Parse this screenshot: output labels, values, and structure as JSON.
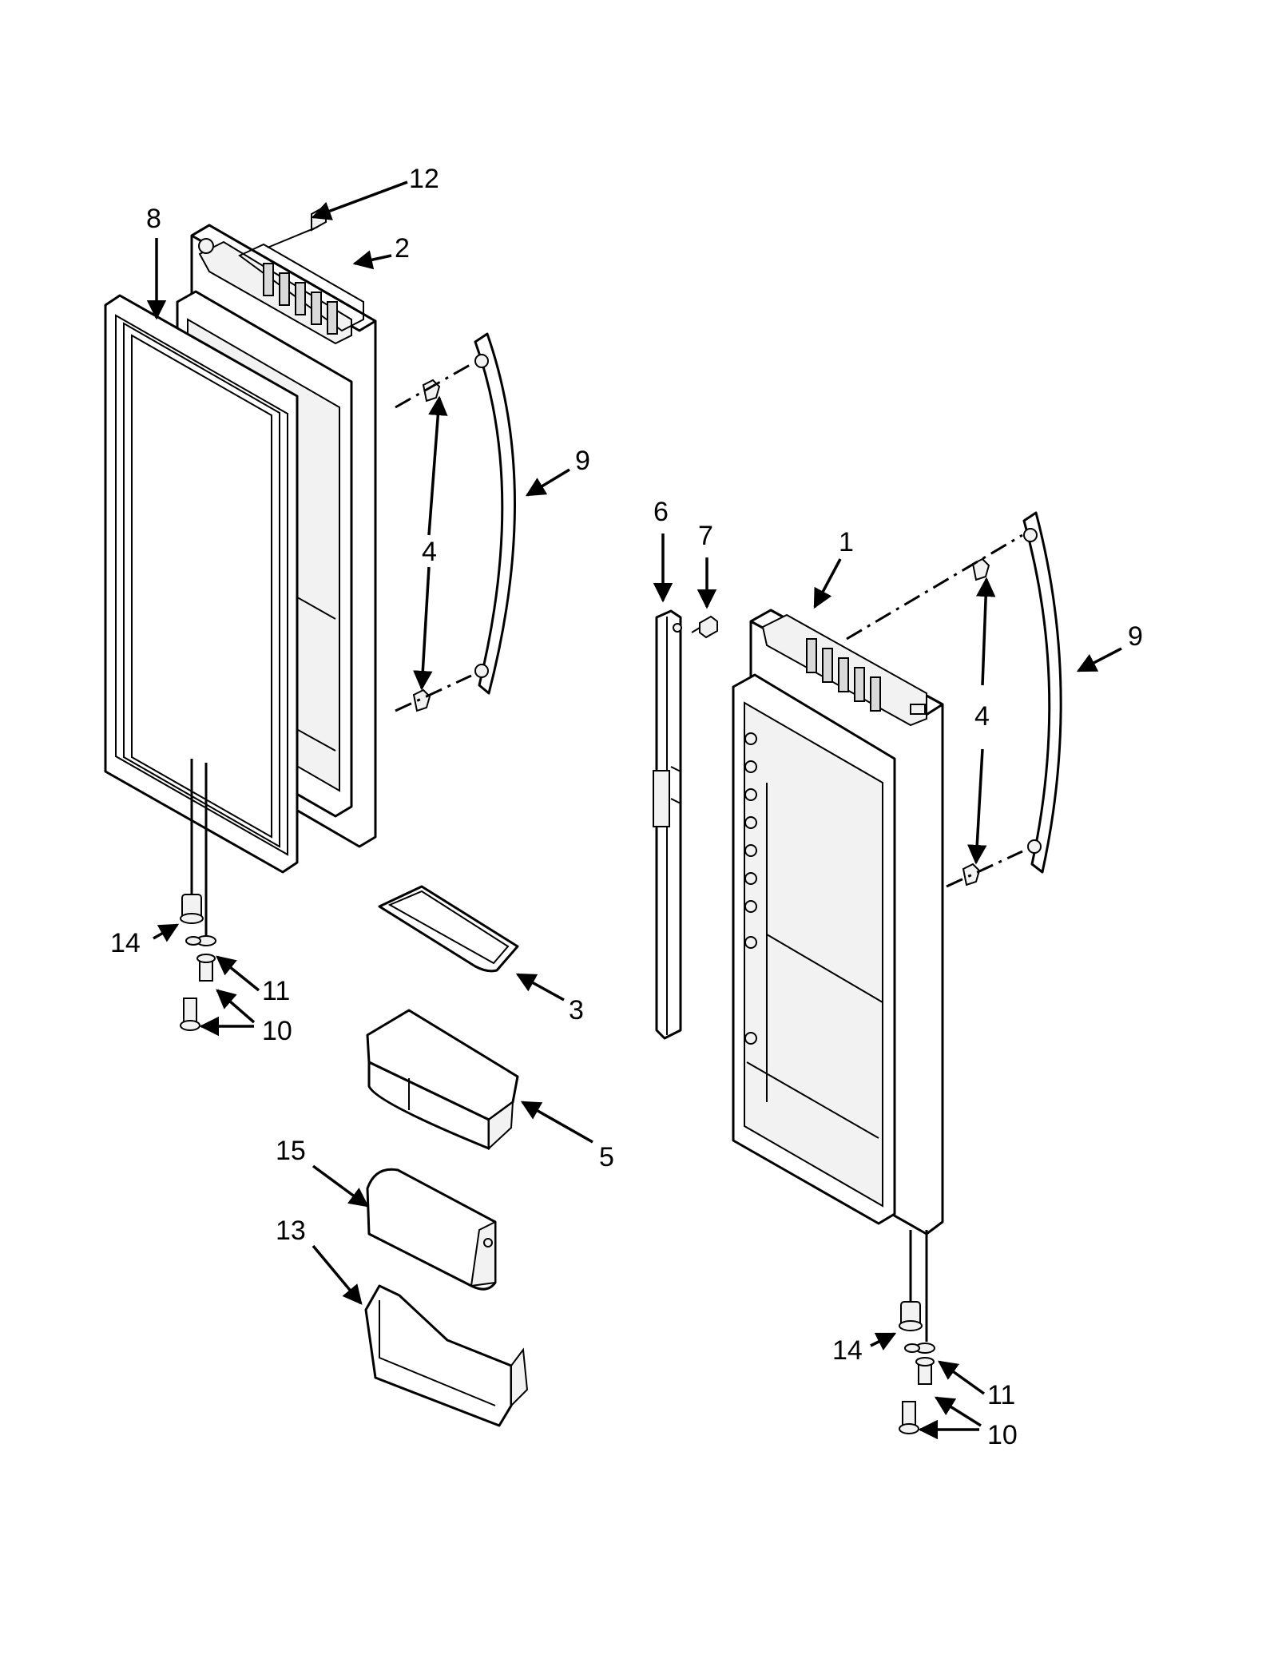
{
  "diagram": {
    "callouts": [
      {
        "id": "c12",
        "text": "12"
      },
      {
        "id": "c8",
        "text": "8"
      },
      {
        "id": "c2",
        "text": "2"
      },
      {
        "id": "c9a",
        "text": "9"
      },
      {
        "id": "c4a",
        "text": "4"
      },
      {
        "id": "c6",
        "text": "6"
      },
      {
        "id": "c7",
        "text": "7"
      },
      {
        "id": "c1",
        "text": "1"
      },
      {
        "id": "c9b",
        "text": "9"
      },
      {
        "id": "c4b",
        "text": "4"
      },
      {
        "id": "c14a",
        "text": "14"
      },
      {
        "id": "c11a",
        "text": "11"
      },
      {
        "id": "c10a",
        "text": "10"
      },
      {
        "id": "c3",
        "text": "3"
      },
      {
        "id": "c5",
        "text": "5"
      },
      {
        "id": "c15",
        "text": "15"
      },
      {
        "id": "c13",
        "text": "13"
      },
      {
        "id": "c14b",
        "text": "14"
      },
      {
        "id": "c11b",
        "text": "11"
      },
      {
        "id": "c10b",
        "text": "10"
      }
    ]
  }
}
